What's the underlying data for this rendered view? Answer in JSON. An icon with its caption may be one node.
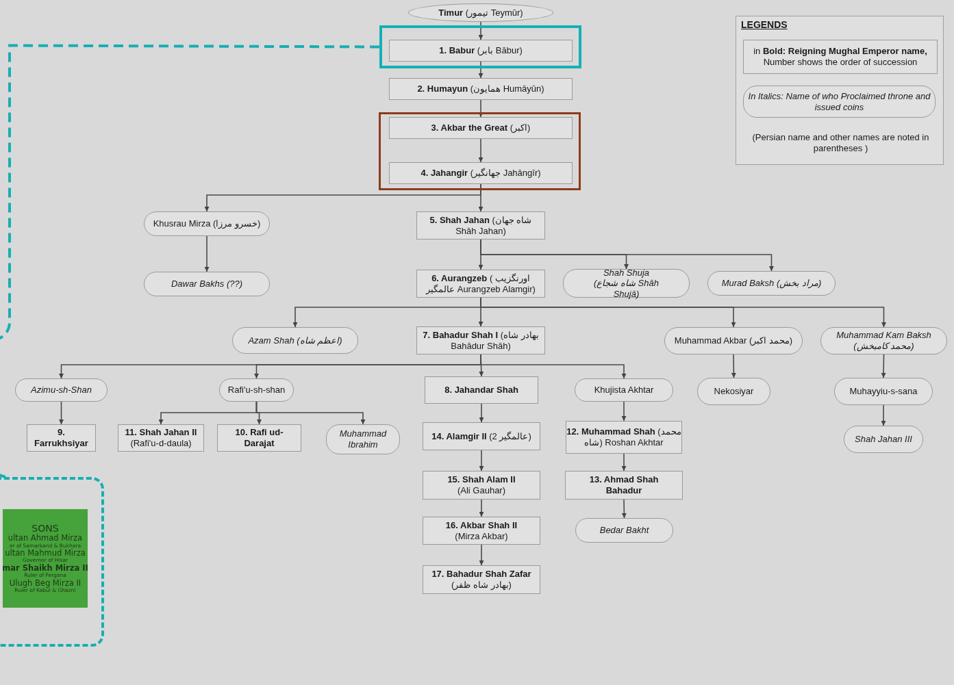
{
  "diagram": {
    "nodes": [
      {
        "text": [
          "**Timur** (تیمور Teymūr)"
        ]
      },
      {
        "text": [],
        "shape": "box"
      },
      {
        "text": [
          "**1. Babur** (بابر Bābur)"
        ],
        "in": 1
      },
      {
        "text": [
          "**2. Humayun** (همایون Humāyūn)"
        ]
      },
      {
        "text": [],
        "shape": "box"
      },
      {
        "text": [
          "**3. Akbar the Great** (اکبر)"
        ],
        "in": 4
      },
      {
        "text": [
          "**4. Jahangir** (جهانگیر Jahāngīr)"
        ],
        "in": 4
      },
      {
        "text": [
          "Khusrau Mirza (خسرو مرزا)"
        ]
      },
      {
        "text": [
          "**5. Shah Jahan** (شاه جهان Shāh Jahan)"
        ]
      },
      {
        "text": [
          "Dawar Bakhs (??)"
        ]
      },
      {
        "text": [
          "**6. Aurangzeb** ( اورنگزیب عالمگیر Aurangzeb Alamgir)"
        ]
      },
      {
        "text": [
          "Shah Shuja (شاه شجاع Shāh Shujā)"
        ]
      },
      {
        "text": [
          "Murad Baksh (مراد بخش)"
        ]
      },
      {
        "text": [
          "Azam Shah (اعظم شاه)"
        ]
      },
      {
        "text": [
          "**7. Bahadur Shah I** (بهادر شاه Bahādur Shāh)"
        ]
      },
      {
        "text": [
          "Muhammad Akbar (محمد اکبر)"
        ]
      },
      {
        "text": [
          "Muhammad Kam Baksh (محمد کامبخش)"
        ]
      },
      {
        "text": [
          "Azimu-sh-Shan"
        ]
      },
      {
        "text": [
          "Rafi'u-sh-shan"
        ]
      },
      {
        "text": [
          "8. Jahandar Shah"
        ]
      },
      {
        "text": [
          "Khujista Akhtar"
        ]
      },
      {
        "text": [
          "Nekosiyar"
        ]
      },
      {
        "text": [
          "Muhayyiu-s-sana"
        ]
      },
      {
        "text": [
          "9. Farrukhsiyar"
        ]
      },
      {
        "text": [
          "**11. Shah Jahan II** (Rafi'u-d-daula)"
        ]
      },
      {
        "text": [
          "10. Rafi ud-Darajat"
        ]
      },
      {
        "text": [
          "Muhammad Ibrahim"
        ]
      },
      {
        "text": [
          "**14. Alamgir II** (عالمگیر 2)"
        ]
      },
      {
        "text": [
          "**12. Muhammad Shah** (محمد شاه) Roshan Akhtar"
        ]
      },
      {
        "text": [
          "Shah Jahan III"
        ]
      },
      {
        "text": [
          "**15. Shah Alam II** (Ali Gauhar)"
        ]
      },
      {
        "text": [
          "13. Ahmad Shah Bahadur"
        ]
      },
      {
        "text": [
          "**16. Akbar Shah II** (Mirza Akbar)"
        ]
      },
      {
        "text": [
          "Bedar Bakht"
        ]
      },
      {
        "text": [
          "**17. Bahadur Shah Zafar** (بهادر شاه ظفر)"
        ]
      },
      {
        "text": [
          "LEGENDS"
        ]
      },
      {
        "text": [
          "in **Bold: Reigning Mughal Emperor name,** Number shows the order of succession"
        ],
        "in": 35
      },
      {
        "text": [
          "In Italics: Name of who Proclaimed throne and issued coins"
        ],
        "in": 35
      },
      {
        "text": [],
        "shape": "box"
      },
      {
        "text": [
          "SONS",
          "ultan Ahmad Mirza",
          "er of Samarkand & Bukhara",
          "ultan Mahmud Mirza",
          "Governor of Hisar",
          "mar Shaikh Mirza II",
          "Ruler of Fergana",
          "Ulugh Beg Mirza II",
          "Ruler of Kabul & Ghazni"
        ],
        "in": 38
      }
    ],
    "edges": [
      {
        "from": 0,
        "to": 2,
        "arrow": "to"
      },
      {
        "from": 2,
        "to": 3,
        "arrow": "to"
      },
      {
        "from": 3,
        "to": 5,
        "arrow": "to"
      },
      {
        "from": 5,
        "to": 6,
        "arrow": "to"
      },
      {
        "from": 6,
        "to": 7,
        "arrow": "to"
      },
      {
        "from": 6,
        "to": 8,
        "arrow": "to"
      },
      {
        "from": 7,
        "to": 9,
        "arrow": "to"
      },
      {
        "from": 8,
        "to": 10,
        "arrow": "to"
      },
      {
        "from": 8,
        "to": 11,
        "arrow": "to"
      },
      {
        "from": 8,
        "to": 12,
        "arrow": "to"
      },
      {
        "from": 10,
        "to": 13,
        "arrow": "to"
      },
      {
        "from": 10,
        "to": 14,
        "arrow": "to"
      },
      {
        "from": 10,
        "to": 15,
        "arrow": "to"
      },
      {
        "from": 10,
        "to": 16,
        "arrow": "to"
      },
      {
        "from": 14,
        "to": 17,
        "arrow": "to"
      },
      {
        "from": 14,
        "to": 18,
        "arrow": "to"
      },
      {
        "from": 14,
        "to": 19,
        "arrow": "to"
      },
      {
        "from": 14,
        "to": 20,
        "arrow": "to"
      },
      {
        "from": 15,
        "to": 21,
        "arrow": "to"
      },
      {
        "from": 16,
        "to": 22,
        "arrow": "to"
      },
      {
        "from": 17,
        "to": 23,
        "arrow": "to"
      },
      {
        "from": 18,
        "to": 24,
        "arrow": "to"
      },
      {
        "from": 18,
        "to": 25,
        "arrow": "to"
      },
      {
        "from": 18,
        "to": 26,
        "arrow": "to"
      },
      {
        "from": 19,
        "to": 27,
        "arrow": "to"
      },
      {
        "from": 20,
        "to": 28,
        "arrow": "to"
      },
      {
        "from": 22,
        "to": 29,
        "arrow": "to"
      },
      {
        "from": 27,
        "to": 30,
        "arrow": "to"
      },
      {
        "from": 28,
        "to": 31,
        "arrow": "to"
      },
      {
        "from": 30,
        "to": 32,
        "arrow": "to"
      },
      {
        "from": 31,
        "to": 33,
        "arrow": "to"
      },
      {
        "from": 32,
        "to": 34,
        "arrow": "to"
      },
      {
        "from": 1,
        "to": 38,
        "arrow": "none",
        "style": "dashed",
        "color": "#17aeb2"
      }
    ],
    "labels": [
      "(Persian name and other names are noted in parentheses )"
    ]
  }
}
